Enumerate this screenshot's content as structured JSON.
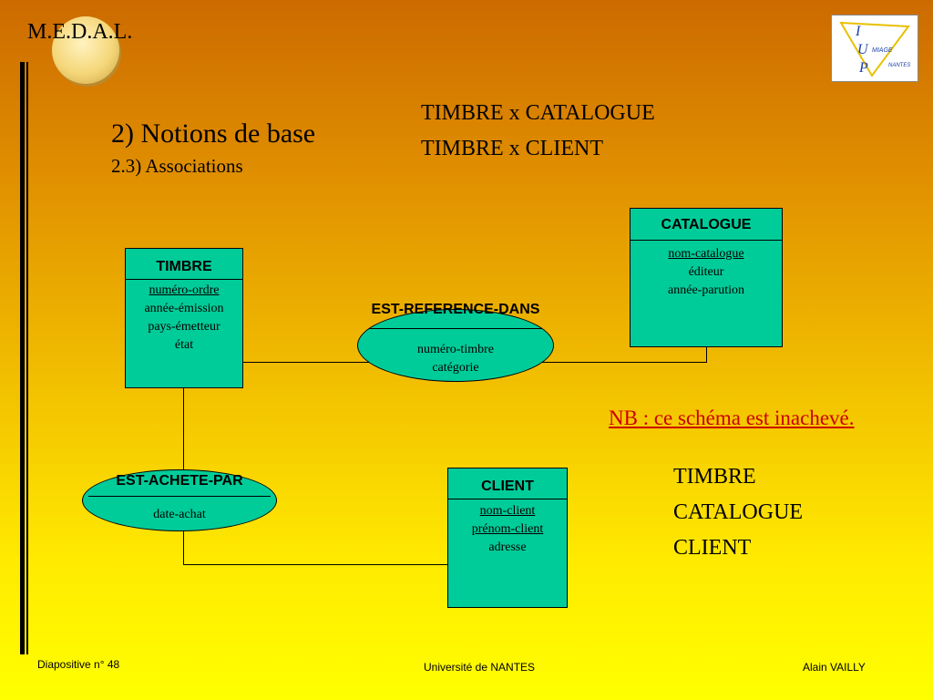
{
  "brand": "M.E.D.A.L.",
  "logo": {
    "letters": [
      "I",
      "U",
      "P"
    ],
    "words": [
      "MIAGE",
      "NANTES"
    ]
  },
  "title": "2) Notions de base",
  "subtitle": "2.3) Associations",
  "combos": [
    "TIMBRE x CATALOGUE",
    "TIMBRE x CLIENT"
  ],
  "entities": {
    "timbre": {
      "name": "TIMBRE",
      "key": "numéro-ordre",
      "attrs": [
        "année-émission",
        "pays-émetteur",
        "état"
      ]
    },
    "catalogue": {
      "name": "CATALOGUE",
      "key": "nom-catalogue",
      "attrs": [
        "éditeur",
        "année-parution"
      ]
    },
    "client": {
      "name": "CLIENT",
      "key1": "nom-client",
      "key2": "prénom-client",
      "attrs": [
        "adresse"
      ]
    }
  },
  "associations": {
    "est_reference_dans": {
      "name": "EST-REFERENCE-DANS",
      "attrs": [
        "numéro-timbre",
        "catégorie"
      ]
    },
    "est_achete_par": {
      "name": "EST-ACHETE-PAR",
      "attrs": [
        "date-achat"
      ]
    }
  },
  "note": "NB : ce schéma est inachevé.",
  "entity_list": [
    "TIMBRE",
    "CATALOGUE",
    "CLIENT"
  ],
  "footer": {
    "left": "Diapositive n° 48",
    "center": "Université de NANTES",
    "right": "Alain VAILLY"
  },
  "colors": {
    "entity_fill": "#00cc99",
    "note": "#cc0000"
  }
}
